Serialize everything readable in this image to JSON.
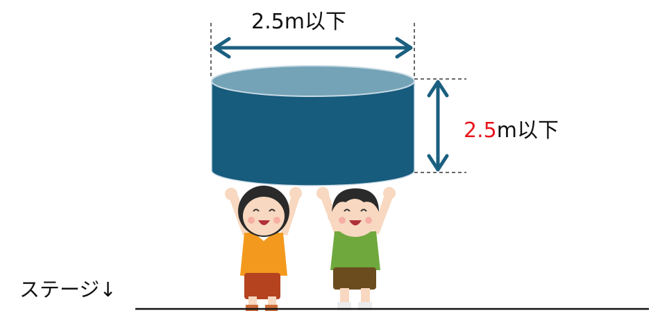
{
  "width_label": "2.5m以下",
  "height_label": {
    "number": "2.5",
    "unit": "m以下"
  },
  "stage_label": "ステージ↓",
  "colors": {
    "cylinder_body": "#175b7d",
    "cylinder_top": "#74a3b7",
    "arrow": "#1b5f80",
    "highlight": "#e8141c"
  },
  "figures": [
    "girl-character",
    "boy-character"
  ]
}
